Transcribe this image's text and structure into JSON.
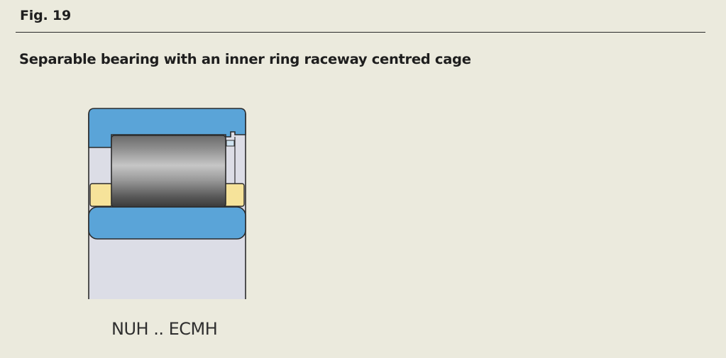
{
  "figure": {
    "label": "Fig. 19",
    "title": "Separable bearing with an inner ring raceway centred cage",
    "caption": "NUH .. ECMH"
  },
  "colors": {
    "background": "#ebeadd",
    "ring_blue": "#5aa4d8",
    "bore_gray": "#dcdde6",
    "cage_yellow": "#f6e39a",
    "outline": "#2b2b2b"
  },
  "parts": {
    "outer_ring": "outer-ring",
    "inner_ring": "inner-ring",
    "roller": "cylindrical-roller",
    "cage": "cage",
    "bore": "bore"
  }
}
